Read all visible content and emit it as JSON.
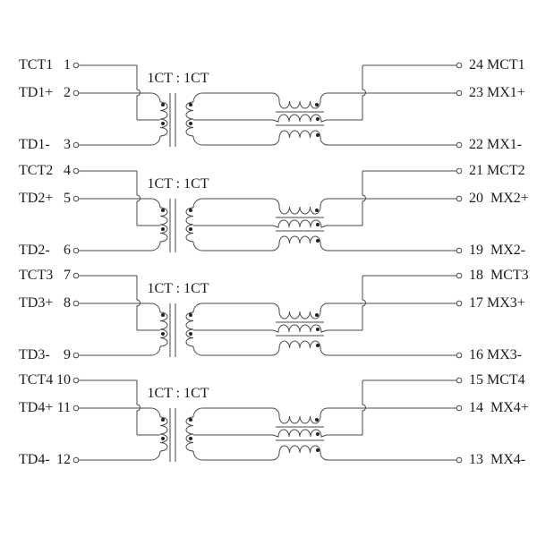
{
  "colors": {
    "background": "#ffffff",
    "line": "#4a4a4a",
    "dot": "#222222",
    "text": "#1b1b1b"
  },
  "channels": [
    {
      "id": 1,
      "ratio_label": "1CT : 1CT",
      "left_pins": [
        {
          "name": "TCT1",
          "pin": "1"
        },
        {
          "name": "TD1+",
          "pin": "2"
        },
        {
          "name": "TD1-",
          "pin": "3"
        }
      ],
      "right_pins": [
        {
          "pin": "24",
          "name": "MCT1",
          "text": "24 MCT1"
        },
        {
          "pin": "23",
          "name": "MX1+",
          "text": "23 MX1+"
        },
        {
          "pin": "22",
          "name": "MX1-",
          "text": "22 MX1-"
        }
      ]
    },
    {
      "id": 2,
      "ratio_label": "1CT : 1CT",
      "left_pins": [
        {
          "name": "TCT2",
          "pin": "4"
        },
        {
          "name": "TD2+",
          "pin": "5"
        },
        {
          "name": "TD2-",
          "pin": "6"
        }
      ],
      "right_pins": [
        {
          "pin": "21",
          "name": "MCT2",
          "text": "21 MCT2"
        },
        {
          "pin": "20",
          "name": "MX2+",
          "text": "20  MX2+"
        },
        {
          "pin": "19",
          "name": "MX2-",
          "text": "19  MX2-"
        }
      ]
    },
    {
      "id": 3,
      "ratio_label": "1CT : 1CT",
      "left_pins": [
        {
          "name": "TCT3",
          "pin": "7"
        },
        {
          "name": "TD3+",
          "pin": "8"
        },
        {
          "name": "TD3-",
          "pin": "9"
        }
      ],
      "right_pins": [
        {
          "pin": "18",
          "name": "MCT3",
          "text": "18  MCT3"
        },
        {
          "pin": "17",
          "name": "MX3+",
          "text": "17 MX3+"
        },
        {
          "pin": "16",
          "name": "MX3-",
          "text": "16 MX3-"
        }
      ]
    },
    {
      "id": 4,
      "ratio_label": "1CT : 1CT",
      "left_pins": [
        {
          "name": "TCT4",
          "pin": "10"
        },
        {
          "name": "TD4+",
          "pin": "11"
        },
        {
          "name": "TD4-",
          "pin": "12"
        }
      ],
      "right_pins": [
        {
          "pin": "15",
          "name": "MCT4",
          "text": "15 MCT4"
        },
        {
          "pin": "14",
          "name": "MX4+",
          "text": "14  MX4+"
        },
        {
          "pin": "13",
          "name": "MX4-",
          "text": "13  MX4-"
        }
      ]
    }
  ]
}
